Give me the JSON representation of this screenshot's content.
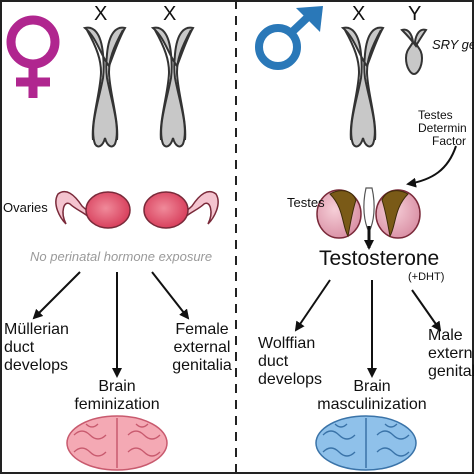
{
  "female": {
    "symbol_color": "#b0268f",
    "chromosomes": [
      "X",
      "X"
    ],
    "ovaries_label": "Ovaries",
    "no_hormone_note": "No perinatal hormone exposure",
    "outcomes": {
      "mullerian": [
        "Müllerian",
        "duct",
        "develops"
      ],
      "brain": [
        "Brain",
        "feminization"
      ],
      "genitalia": [
        "Female",
        "external",
        "genitalia"
      ]
    },
    "brain_color": "#f4a9b4"
  },
  "male": {
    "symbol_color": "#2a78b8",
    "chromosomes": [
      "X",
      "Y"
    ],
    "sry_label": "SRY ge",
    "tdf_label": [
      "Testes",
      "Determin",
      "Factor"
    ],
    "testes_label": "Testes",
    "hormone": "Testosterone",
    "dht": "(+DHT)",
    "outcomes": {
      "wolffian": [
        "Wolffian",
        "duct",
        "develops"
      ],
      "brain": [
        "Brain",
        "masculinization"
      ],
      "genitalia": [
        "Male",
        "extern",
        "genital"
      ]
    },
    "brain_color": "#8fc1ea"
  },
  "colors": {
    "chromosome_fill": "#c8c8c8",
    "chromosome_stroke": "#333333",
    "ovary_fill": "#e0526a",
    "testis_fill": "#e8a6b6",
    "epididymis_fill": "#7a5a17",
    "note_color": "#9a9a9a"
  }
}
